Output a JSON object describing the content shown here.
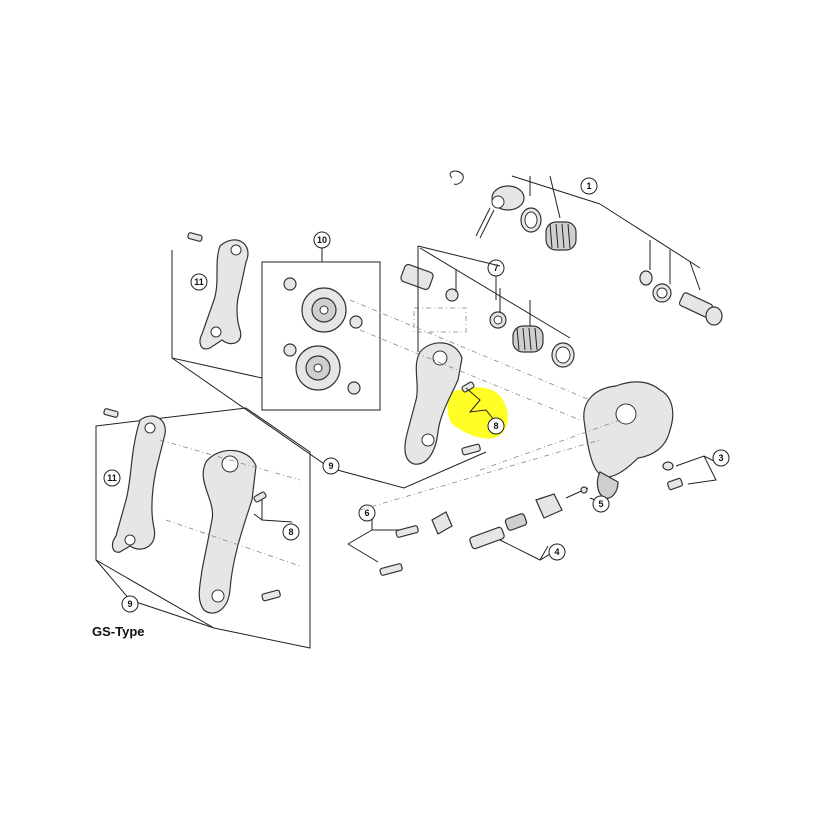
{
  "callouts": {
    "c1": "1",
    "c3": "3",
    "c4": "4",
    "c5": "5",
    "c6": "6",
    "c7": "7",
    "c8_main": "8",
    "c8_gs": "8",
    "c9_main": "9",
    "c9_gs": "9",
    "c10": "10",
    "c11_main": "11",
    "c11_gs": "11"
  },
  "gs_label": "GS-Type",
  "colors": {
    "highlight": "#ffff00",
    "line": "#222222",
    "part_fill": "#e6e6e6"
  }
}
